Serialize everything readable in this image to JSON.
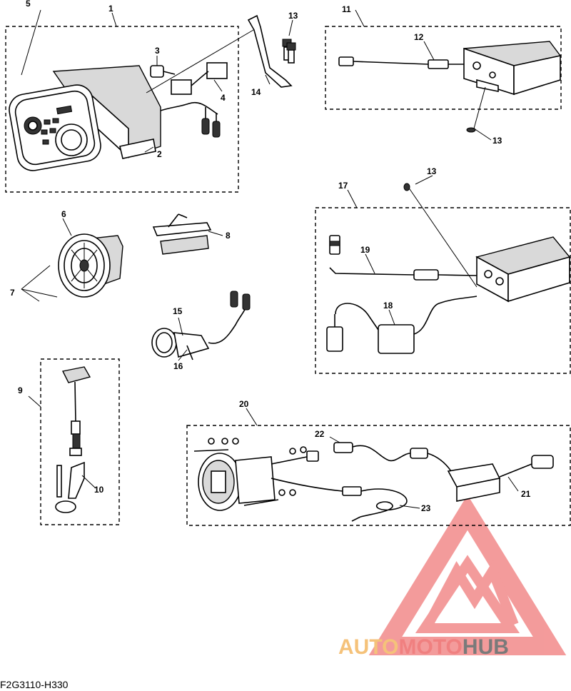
{
  "callouts": {
    "c1": "1",
    "c2": "2",
    "c3": "3",
    "c4": "4",
    "c5": "5",
    "c6": "6",
    "c7": "7",
    "c8": "8",
    "c9": "9",
    "c10": "10",
    "c11": "11",
    "c12": "12",
    "c13a": "13",
    "c13b": "13",
    "c13c": "13",
    "c14": "14",
    "c15": "15",
    "c16": "16",
    "c17": "17",
    "c18": "18",
    "c19": "19",
    "c20": "20",
    "c21": "21",
    "c22": "22",
    "c23": "23"
  },
  "reference_code": "F2G3110-H330",
  "watermark": {
    "part1": "AUTO",
    "part2": "MOTO",
    "part3": "HUB",
    "color1": "#f5c27a",
    "color2": "#f08080",
    "color3": "#7a7a7a",
    "logo_color": "#f07a7a"
  }
}
